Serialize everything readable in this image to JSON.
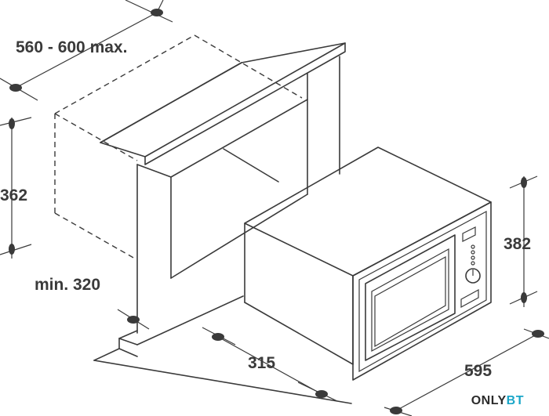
{
  "dimensions": {
    "cabinet_depth": "560 - 600 max.",
    "niche_height": "362",
    "min_depth": "min. 320",
    "appliance_depth": "315",
    "appliance_width": "595",
    "appliance_height": "382"
  },
  "logo": {
    "part1": "ONLY",
    "part2": "BT"
  },
  "colors": {
    "line": "#3a3a3a",
    "logo_accent": "#1aa6c8"
  }
}
